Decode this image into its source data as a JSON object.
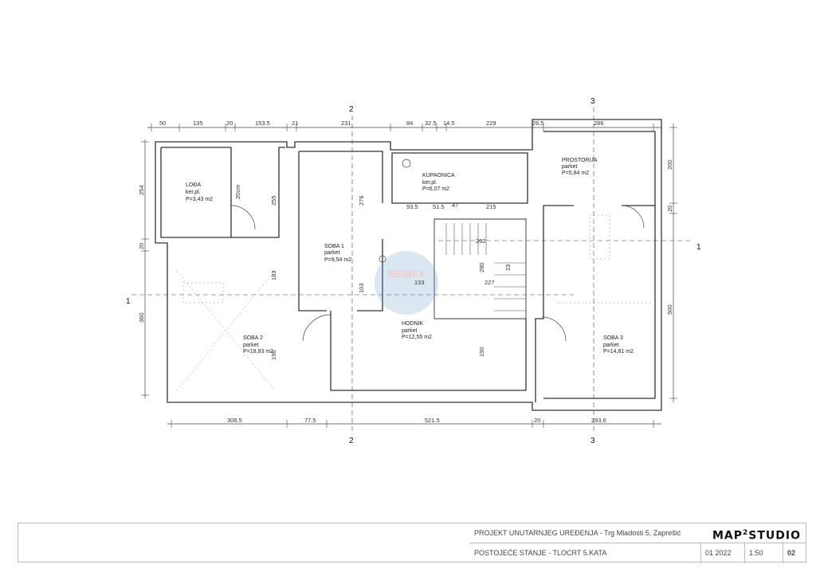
{
  "drawing": {
    "axes": {
      "top_2": "2",
      "top_3": "3",
      "bottom_2": "2",
      "bottom_3": "3",
      "left_1": "1",
      "right_1": "1"
    },
    "dims_top": [
      "50",
      "135",
      "20",
      "153.5",
      "21",
      "231",
      "84",
      "32.5",
      "14.5",
      "229",
      "26.5",
      "286"
    ],
    "dims_bottom": [
      "308.5",
      "77.5",
      "521.5",
      "20",
      "293.6"
    ],
    "dims_left": [
      "254",
      "20",
      "360"
    ],
    "dims_right": [
      "200",
      "20",
      "500"
    ],
    "dims_inner": [
      "20cm",
      "255",
      "276",
      "183",
      "103",
      "196",
      "93.5",
      "51.5",
      "47",
      "215",
      "262",
      "133",
      "227",
      "280",
      "23",
      "190"
    ],
    "rooms": [
      {
        "name": "LOĐA",
        "floor": "ker.pl.",
        "area": "P=3,43 m2"
      },
      {
        "name": "SOBA 1",
        "floor": "parket",
        "area": "P=9,54 m2"
      },
      {
        "name": "KUPAONICA",
        "floor": "ker.pl.",
        "area": "P=6,07 m2"
      },
      {
        "name": "PROSTORIJA",
        "floor": "parket",
        "area": "P=5,84 m2"
      },
      {
        "name": "SOBA 2",
        "floor": "parket",
        "area": "P=18,93 m2"
      },
      {
        "name": "HODNIK",
        "floor": "parket",
        "area": "P=12,55 m2"
      },
      {
        "name": "SOBA 3",
        "floor": "parket",
        "area": "P=14,81 m2"
      }
    ],
    "watermark": "RE/MAX"
  },
  "title_block": {
    "project": "PROJEKT UNUTARNJEG UREĐENJA - Trg Mladosti 5, Zaprešić",
    "sheet_title": "POSTOJEĆE STANJE - TLOCRT 5.KATA",
    "date": "01 2022",
    "scale": "1:50",
    "sheet_no": "02",
    "brand_left": "MAP",
    "brand_sup": "2",
    "brand_right": "STUDIO"
  }
}
